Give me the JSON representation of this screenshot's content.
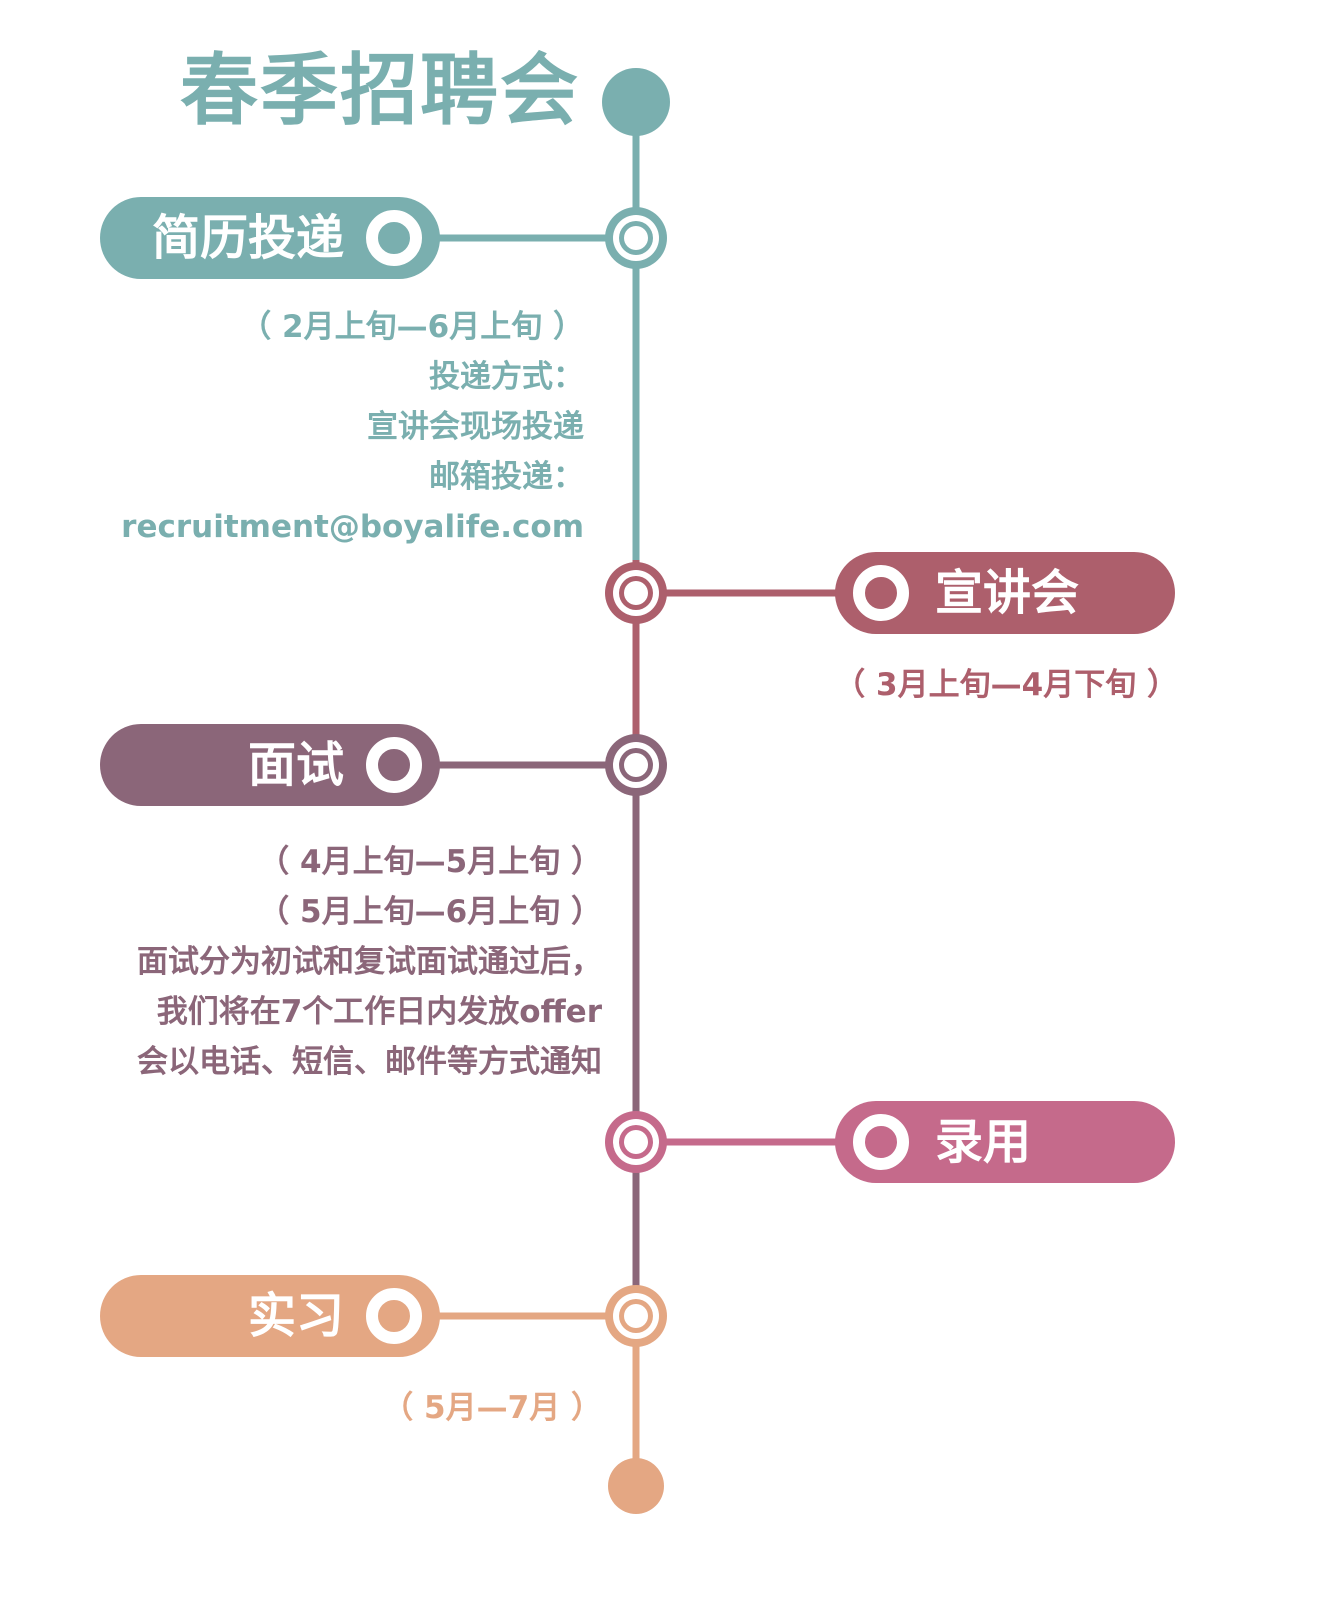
{
  "title": "春季招聘会",
  "colors": {
    "teal": "#7aafaf",
    "rose": "#ad5f6c",
    "plum": "#8b6679",
    "pink": "#c56a8b",
    "peach": "#e4a783"
  },
  "stages": {
    "resume": {
      "label": "简历投递",
      "lines": [
        "（ 2月上旬—6月上旬 ）",
        "投递方式：",
        "宣讲会现场投递",
        "邮箱投递：",
        "recruitment@boyalife.com"
      ]
    },
    "talk": {
      "label": "宣讲会",
      "lines": [
        "（ 3月上旬—4月下旬 ）"
      ]
    },
    "interview": {
      "label": "面试",
      "lines": [
        "（ 4月上旬—5月上旬 ）",
        "（ 5月上旬—6月上旬 ）",
        "面试分为初试和复试面试通过后，",
        "我们将在7个工作日内发放offer",
        "会以电话、短信、邮件等方式通知"
      ]
    },
    "hire": {
      "label": "录用",
      "lines": []
    },
    "intern": {
      "label": "实习",
      "lines": [
        "（ 5月—7月 ）"
      ]
    }
  }
}
